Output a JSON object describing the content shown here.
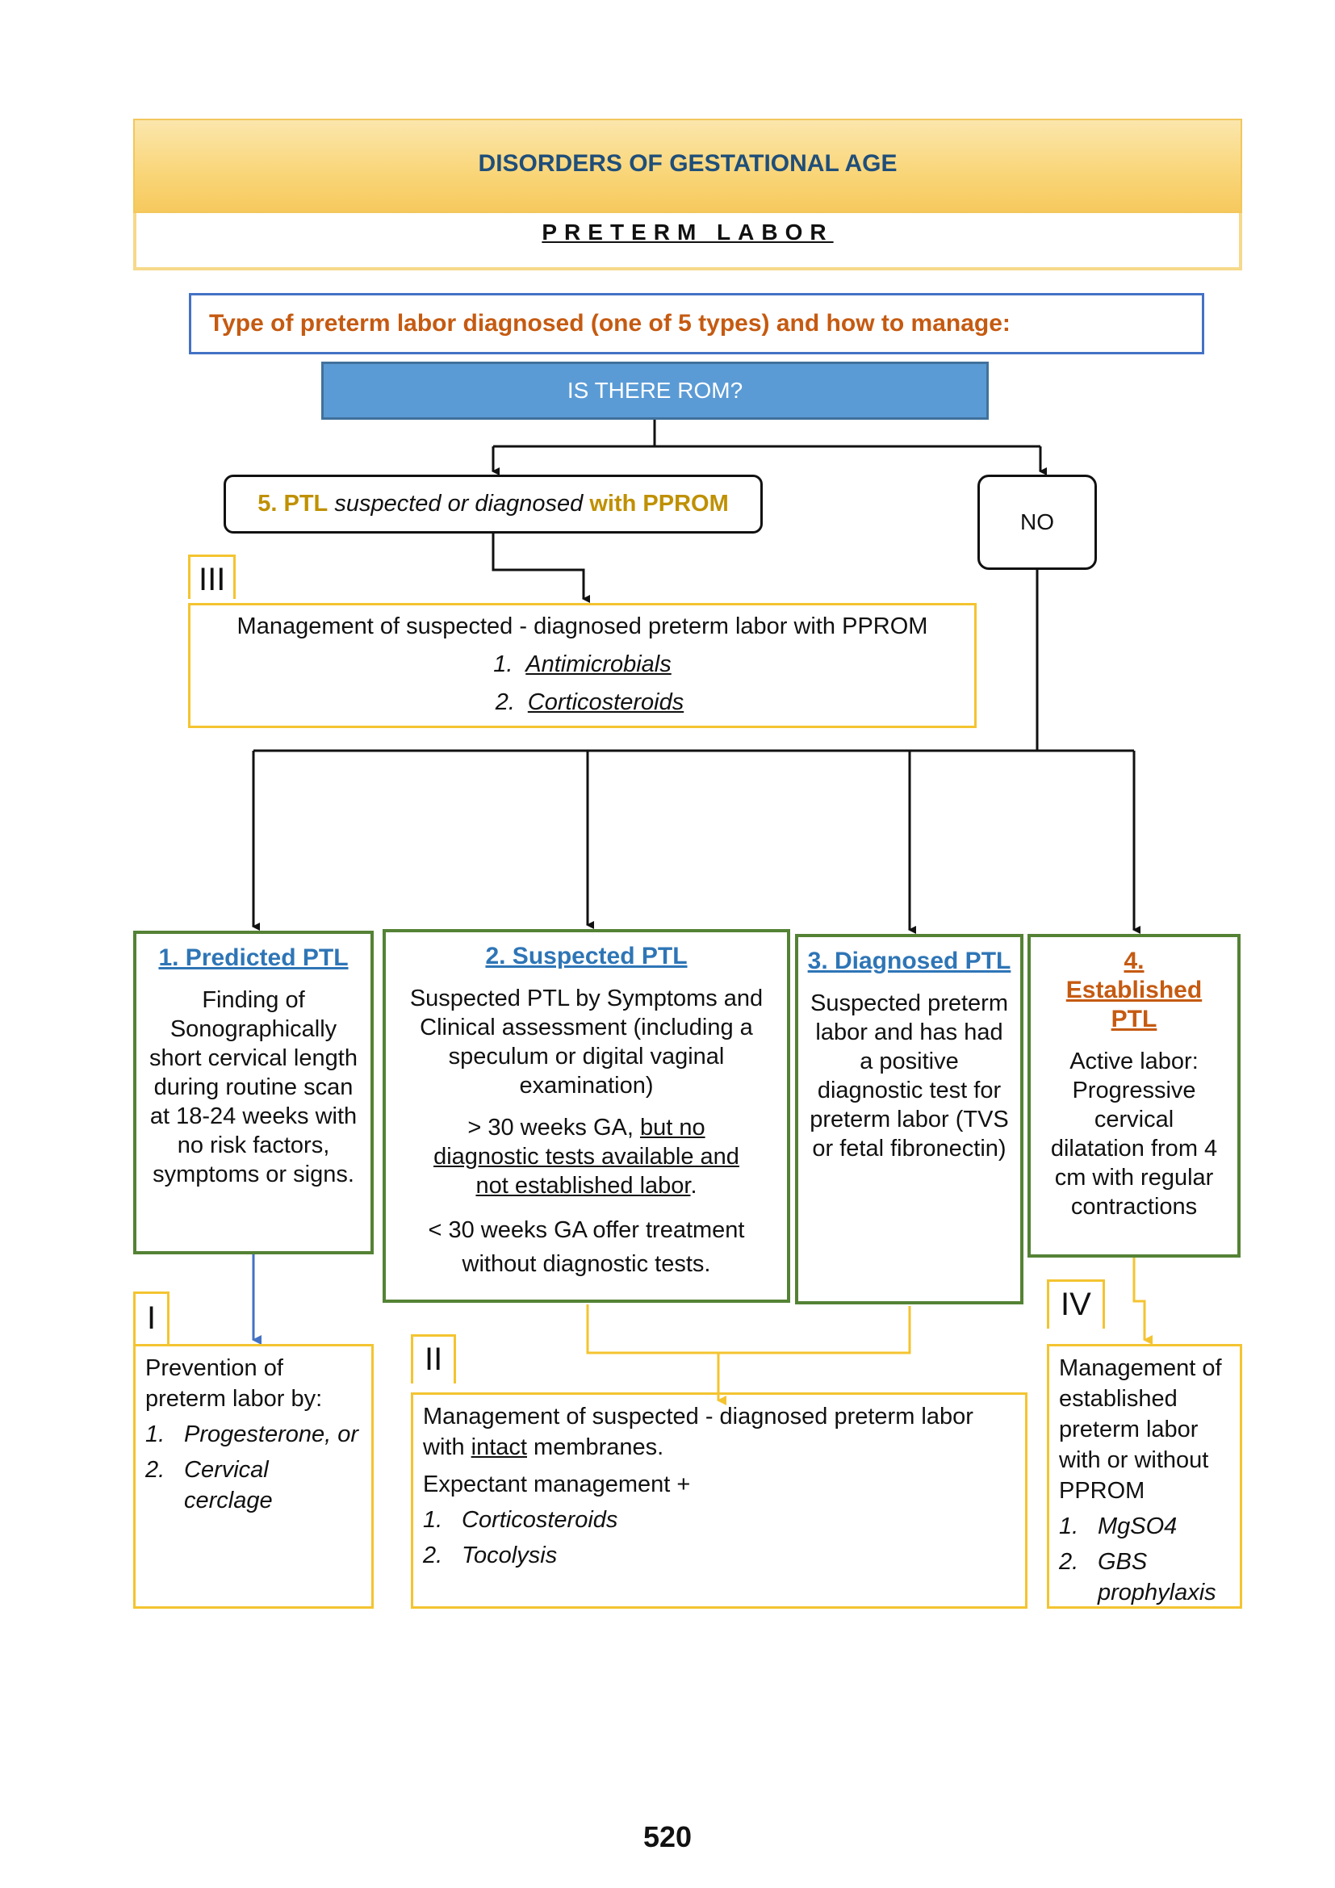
{
  "header": {
    "title": "DISORDERS OF GESTATIONAL AGE",
    "subtitle": "PRETERM LABOR"
  },
  "type_prompt": "Type of preterm labor diagnosed (one of 5 types) and how to manage:",
  "rom_question": "IS THERE ROM?",
  "pprom_box": {
    "number_label": "5. PTL",
    "italic_text": "suspected or diagnosed",
    "suffix": "with PPROM"
  },
  "no_label": "NO",
  "management_iii": {
    "roman": "III",
    "heading": "Management of suspected - diagnosed preterm labor with PPROM",
    "items": [
      {
        "n": "1.",
        "text": "Antimicrobials"
      },
      {
        "n": "2.",
        "text": "Corticosteroids"
      }
    ]
  },
  "types": {
    "t1": {
      "title": "1. Predicted PTL",
      "body": "Finding of Sonographically short cervical length during routine scan at 18-24 weeks with no risk factors, symptoms or signs."
    },
    "t2": {
      "title": "2. Suspected PTL",
      "body1": "Suspected PTL by Symptoms and Clinical assessment (including a speculum or digital vaginal examination)",
      "body2_prefix": "> 30 weeks GA,",
      "body2_underlined": "but no diagnostic tests available and not established labor",
      "body2_suffix": ".",
      "body3": "< 30 weeks GA offer treatment without diagnostic tests."
    },
    "t3": {
      "title": "3. Diagnosed PTL",
      "body": "Suspected preterm labor and has had a positive diagnostic test for preterm labor (TVS or fetal fibronectin)"
    },
    "t4": {
      "title": "4. Established PTL",
      "body": "Active labor: Progressive cervical dilatation from 4 cm with regular contractions"
    }
  },
  "management_i": {
    "roman": "I",
    "heading": "Prevention of preterm labor by:",
    "items": [
      {
        "n": "1.",
        "text": "Progesterone, or"
      },
      {
        "n": "2.",
        "text": "Cervical cerclage"
      }
    ]
  },
  "management_ii": {
    "roman": "II",
    "heading_prefix": "Management of suspected - diagnosed preterm labor with",
    "heading_underlined": "intact",
    "heading_suffix": "membranes.",
    "line2": "Expectant management +",
    "items": [
      {
        "n": "1.",
        "text": "Corticosteroids"
      },
      {
        "n": "2.",
        "text": "Tocolysis"
      }
    ]
  },
  "management_iv": {
    "roman": "IV",
    "heading": "Management of established preterm labor with or without PPROM",
    "items": [
      {
        "n": "1.",
        "text": "MgSO4"
      },
      {
        "n": "2.",
        "text": "GBS prophylaxis"
      }
    ]
  },
  "page_number": "520",
  "colors": {
    "header_gold": "#f9d577",
    "title_blue": "#1f4e79",
    "rom_fill": "#5b9bd5",
    "type_border_green": "#548235",
    "management_border_gold": "#f4c430",
    "prompt_orange": "#c55a11",
    "link_blue": "#2e75b6"
  }
}
